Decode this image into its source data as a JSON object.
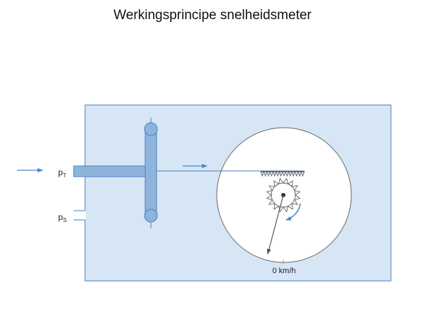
{
  "title": "Werkingsprincipe snelheidsmeter",
  "labels": {
    "total_pressure": "p",
    "total_pressure_sub": "T",
    "static_pressure": "p",
    "static_pressure_sub": "S",
    "dial_zero": "0 km/h"
  },
  "colors": {
    "housing_fill": "#d6e6f5",
    "housing_stroke": "#4a7fbf",
    "tube_fill": "#8eb4dc",
    "arrow": "#4a86c8",
    "dial_fill": "#ffffff",
    "mechanism": "#555555"
  },
  "icons": {
    "input_arrow": "arrow-right",
    "flow_arrow": "arrow-right",
    "rotation_arrow": "curved-arrow-clockwise"
  }
}
